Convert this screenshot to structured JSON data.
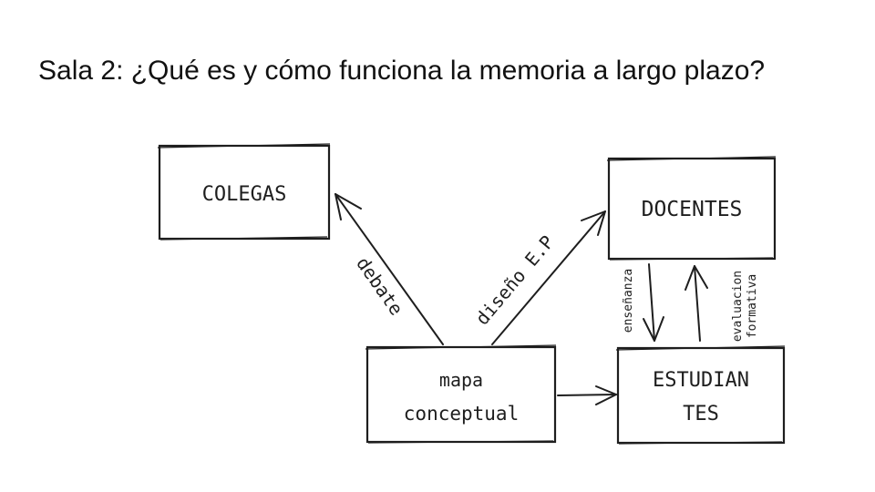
{
  "slide": {
    "title": "Sala 2: ¿Qué es y cómo funciona la memoria a largo plazo?"
  },
  "diagram": {
    "nodes": {
      "colegas": {
        "label": "COLEGAS"
      },
      "docentes": {
        "label": "DOCENTES"
      },
      "mapa": {
        "line1": "mapa",
        "line2": "conceptual"
      },
      "estudiantes": {
        "line1": "ESTUDIAN",
        "line2": "TES"
      }
    },
    "edges": {
      "mapa_to_colegas": {
        "label": "debate"
      },
      "mapa_to_docentes": {
        "label": "diseño E.P"
      },
      "docentes_to_estudiantes": {
        "label": "enseñanza"
      },
      "estudiantes_to_docentes": {
        "line1": "evaluacion",
        "line2": "formativa"
      },
      "mapa_to_estudiantes": {
        "label": ""
      }
    }
  }
}
